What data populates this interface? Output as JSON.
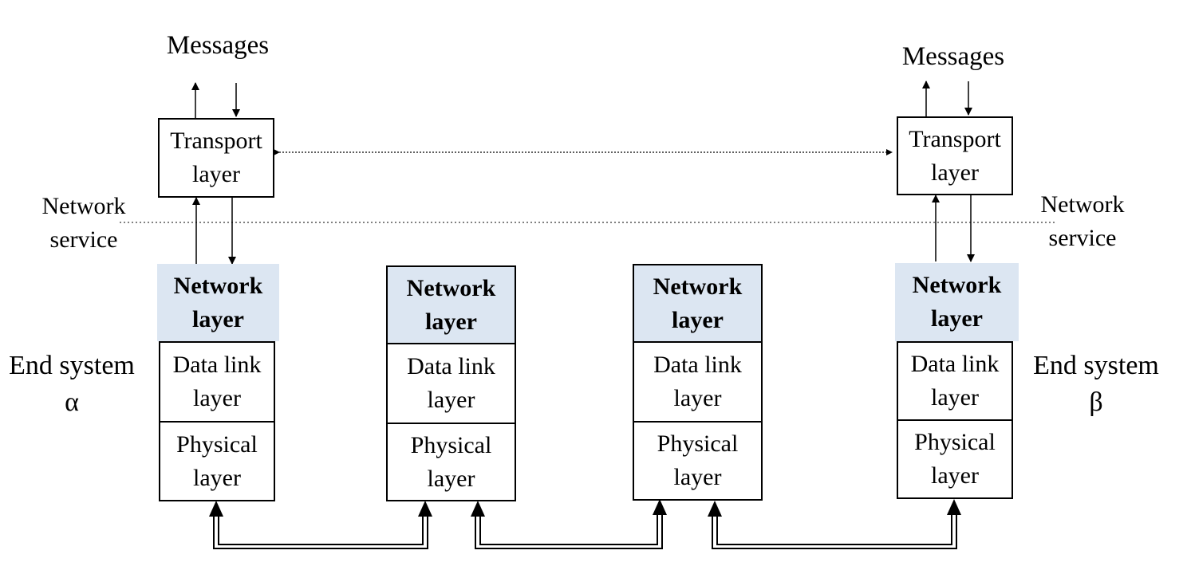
{
  "left": {
    "messages": "Messages",
    "transport": "Transport\nlayer",
    "network_service": "Network\nservice",
    "network": "Network\nlayer",
    "datalink": "Data link\nlayer",
    "physical": "Physical\nlayer",
    "end_system": "End system\nα"
  },
  "relay1": {
    "network": "Network\nlayer",
    "datalink": "Data link\nlayer",
    "physical": "Physical\nlayer"
  },
  "relay2": {
    "network": "Network\nlayer",
    "datalink": "Data link\nlayer",
    "physical": "Physical\nlayer"
  },
  "right": {
    "messages": "Messages",
    "transport": "Transport\nlayer",
    "network_service": "Network\nservice",
    "network": "Network\nlayer",
    "datalink": "Data link\nlayer",
    "physical": "Physical\nlayer",
    "end_system": "End system\nβ"
  },
  "colors": {
    "network_layer_fill": "#dce6f2",
    "line": "#000000"
  }
}
